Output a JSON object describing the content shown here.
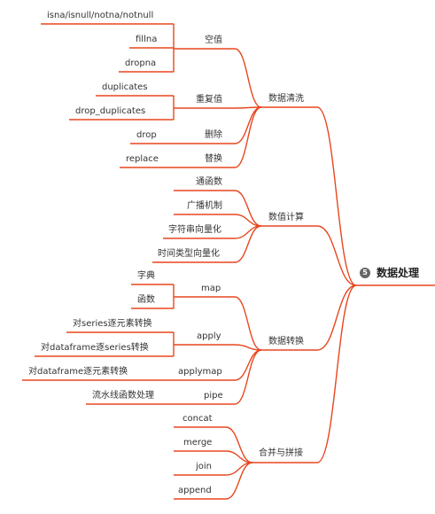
{
  "root": {
    "number": "5",
    "title": "数据处理"
  },
  "colors": {
    "line": "#e8461e",
    "text": "#333333",
    "badge": "#666666"
  },
  "branches": [
    {
      "label": "数据清洗",
      "children": [
        {
          "label": "空值",
          "children": [
            {
              "label": "isna/isnull/notna/notnull"
            },
            {
              "label": "fillna"
            },
            {
              "label": "dropna"
            }
          ]
        },
        {
          "label": "重复值",
          "children": [
            {
              "label": "duplicates"
            },
            {
              "label": "drop_duplicates"
            }
          ]
        },
        {
          "label": "删除",
          "children": [
            {
              "label": "drop"
            }
          ]
        },
        {
          "label": "替换",
          "children": [
            {
              "label": "replace"
            }
          ]
        }
      ]
    },
    {
      "label": "数值计算",
      "children": [
        {
          "label": "通函数"
        },
        {
          "label": "广播机制"
        },
        {
          "label": "字符串向量化"
        },
        {
          "label": "时间类型向量化"
        }
      ]
    },
    {
      "label": "数据转换",
      "children": [
        {
          "label": "map",
          "children": [
            {
              "label": "字典"
            },
            {
              "label": "函数"
            }
          ]
        },
        {
          "label": "apply",
          "children": [
            {
              "label": "对series逐元素转换"
            },
            {
              "label": "对dataframe逐series转换"
            }
          ]
        },
        {
          "label": "applymap",
          "children": [
            {
              "label": "对dataframe逐元素转换"
            }
          ]
        },
        {
          "label": "pipe",
          "children": [
            {
              "label": "流水线函数处理"
            }
          ]
        }
      ]
    },
    {
      "label": "合并与拼接",
      "children": [
        {
          "label": "concat"
        },
        {
          "label": "merge"
        },
        {
          "label": "join"
        },
        {
          "label": "append"
        }
      ]
    }
  ]
}
